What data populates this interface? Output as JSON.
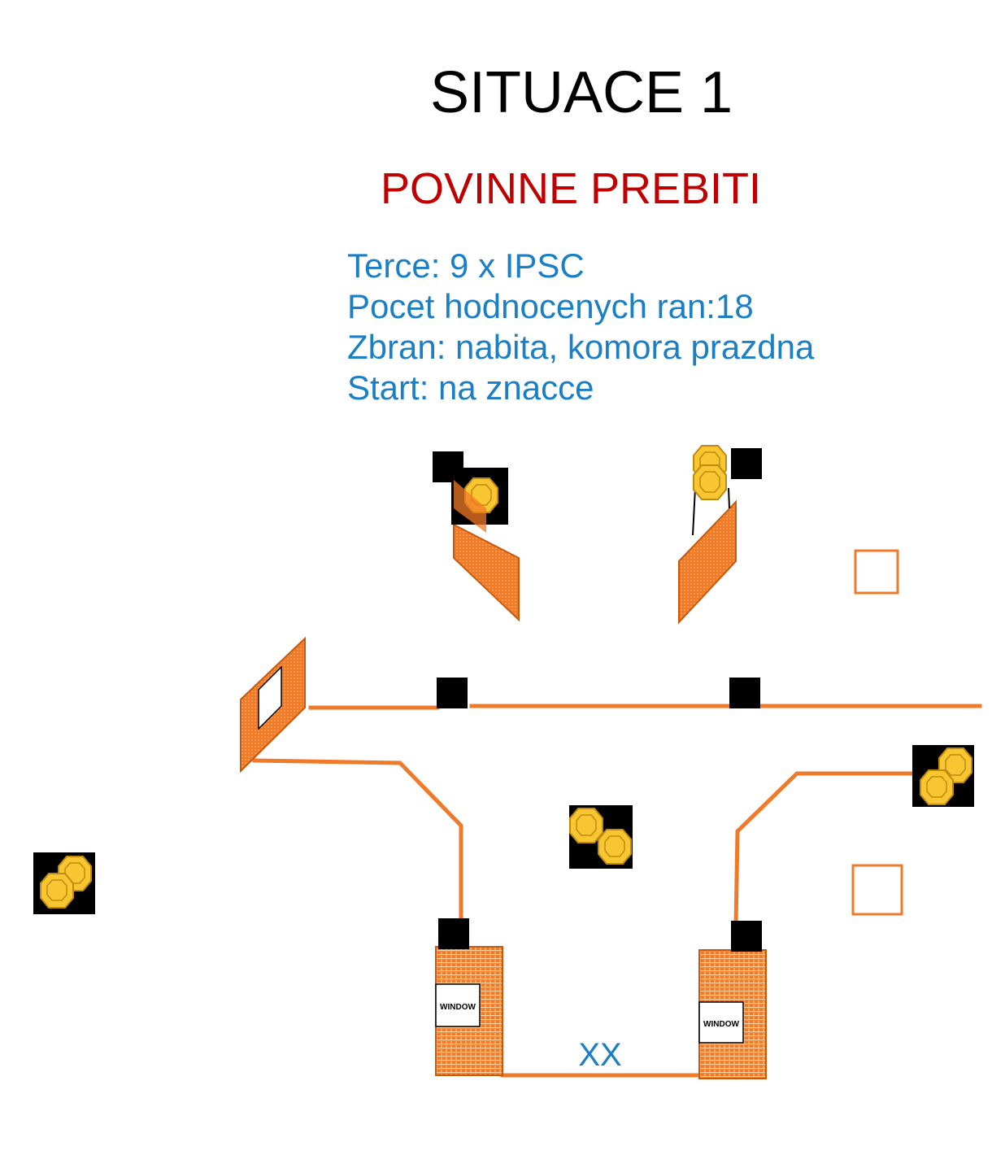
{
  "title": "SITUACE 1",
  "subtitle": "POVINNE PREBITI",
  "info": {
    "line1": "Terce: 9 x IPSC",
    "line2": "Pocet hodnocenych ran:18",
    "line3": "Zbran: nabita, komora prazdna",
    "line4": "Start: na znacce"
  },
  "diagram": {
    "window_label": "WINDOW",
    "start_label": "XX"
  },
  "colors": {
    "wall": "#ef7a2a",
    "barricade": "#f07a25",
    "target": "#f7c631",
    "target_outline": "#c08a10",
    "steel": "#000000",
    "title": "#000000",
    "subtitle": "#c00000",
    "info": "#1a7fc4"
  }
}
